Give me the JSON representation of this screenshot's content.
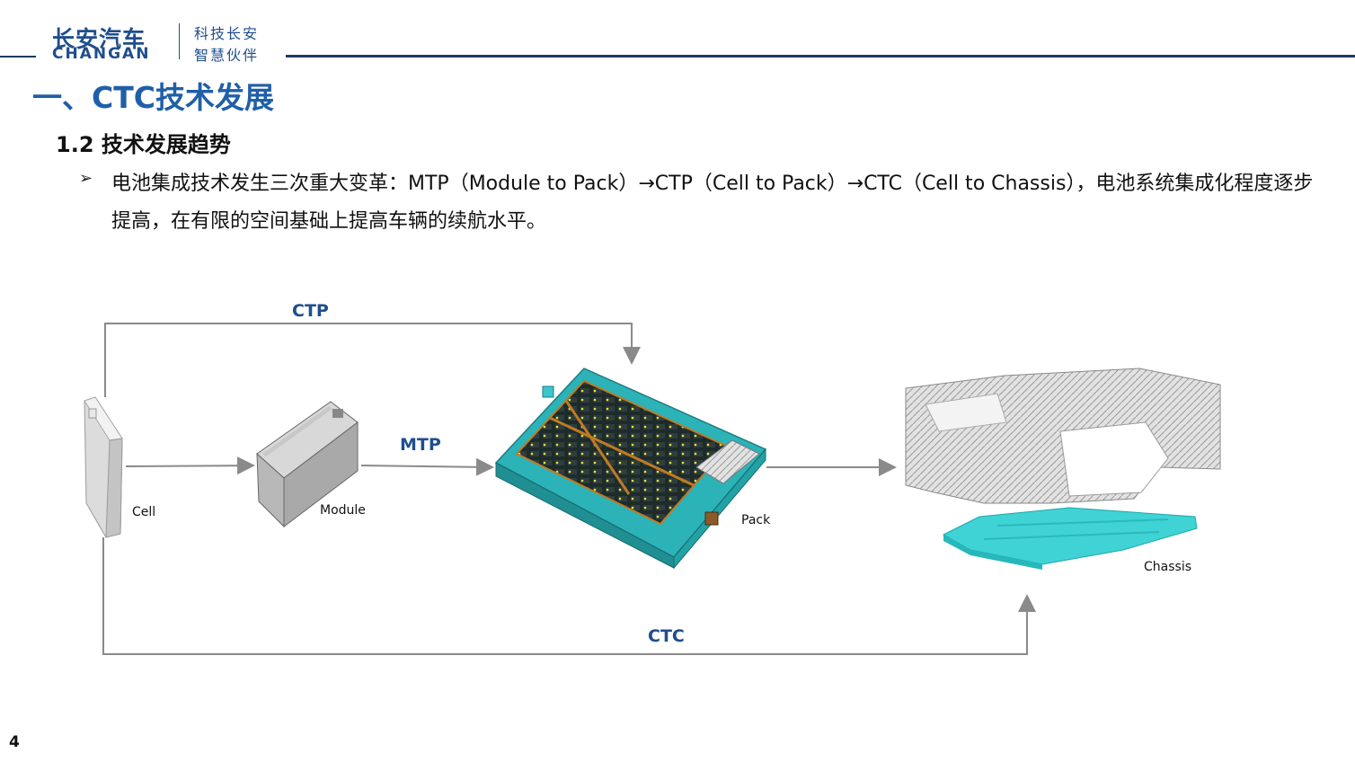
{
  "header": {
    "logo_cn": "长安汽车",
    "logo_en": "CHANGAN",
    "slogan_line1": "科技长安",
    "slogan_line2": "智慧伙伴"
  },
  "title": "一、CTC技术发展",
  "subtitle": "1.2 技术发展趋势",
  "bullet_marker": "➢",
  "bullet_text": "电池集成技术发生三次重大变革：MTP（Module to Pack）→CTP（Cell to Pack）→CTC（Cell to Chassis），电池系统集成化程度逐步提高，在有限的空间基础上提高车辆的续航水平。",
  "diagram": {
    "path_labels": {
      "ctp": "CTP",
      "mtp": "MTP",
      "ctc": "CTC"
    },
    "components": {
      "cell": "Cell",
      "module": "Module",
      "pack": "Pack",
      "chassis": "Chassis"
    }
  },
  "colors": {
    "brand_blue": "#1f4e8c",
    "title_blue": "#1f5fa8",
    "pack_teal": "#2bb3b8",
    "chassis_cyan": "#3fd3d6",
    "arrow_gray": "#8a8a8a"
  },
  "page_number": "4"
}
